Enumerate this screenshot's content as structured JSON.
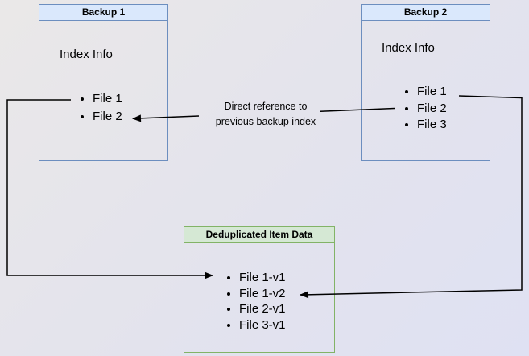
{
  "canvas": {
    "background_from": "#eae8e8",
    "background_to": "#dfe1f3",
    "connector_color": "#000000"
  },
  "backup1": {
    "title": "Backup 1",
    "section_label": "Index Info",
    "items": [
      "File 1",
      "File 2"
    ],
    "header_bg": "#dae8fc",
    "border_color": "#6c8ebf"
  },
  "backup2": {
    "title": "Backup 2",
    "section_label": "Index Info",
    "items": [
      "File 1",
      "File 2",
      "File 3"
    ],
    "header_bg": "#dae8fc",
    "border_color": "#6c8ebf"
  },
  "dedup": {
    "title": "Deduplicated Item Data",
    "items": [
      "File 1-v1",
      "File 1-v2",
      "File 2-v1",
      "File 3-v1"
    ],
    "header_bg": "#d5e8d4",
    "border_color": "#82b366"
  },
  "annotation": {
    "line1": "Direct reference to",
    "line2": "previous backup index"
  }
}
